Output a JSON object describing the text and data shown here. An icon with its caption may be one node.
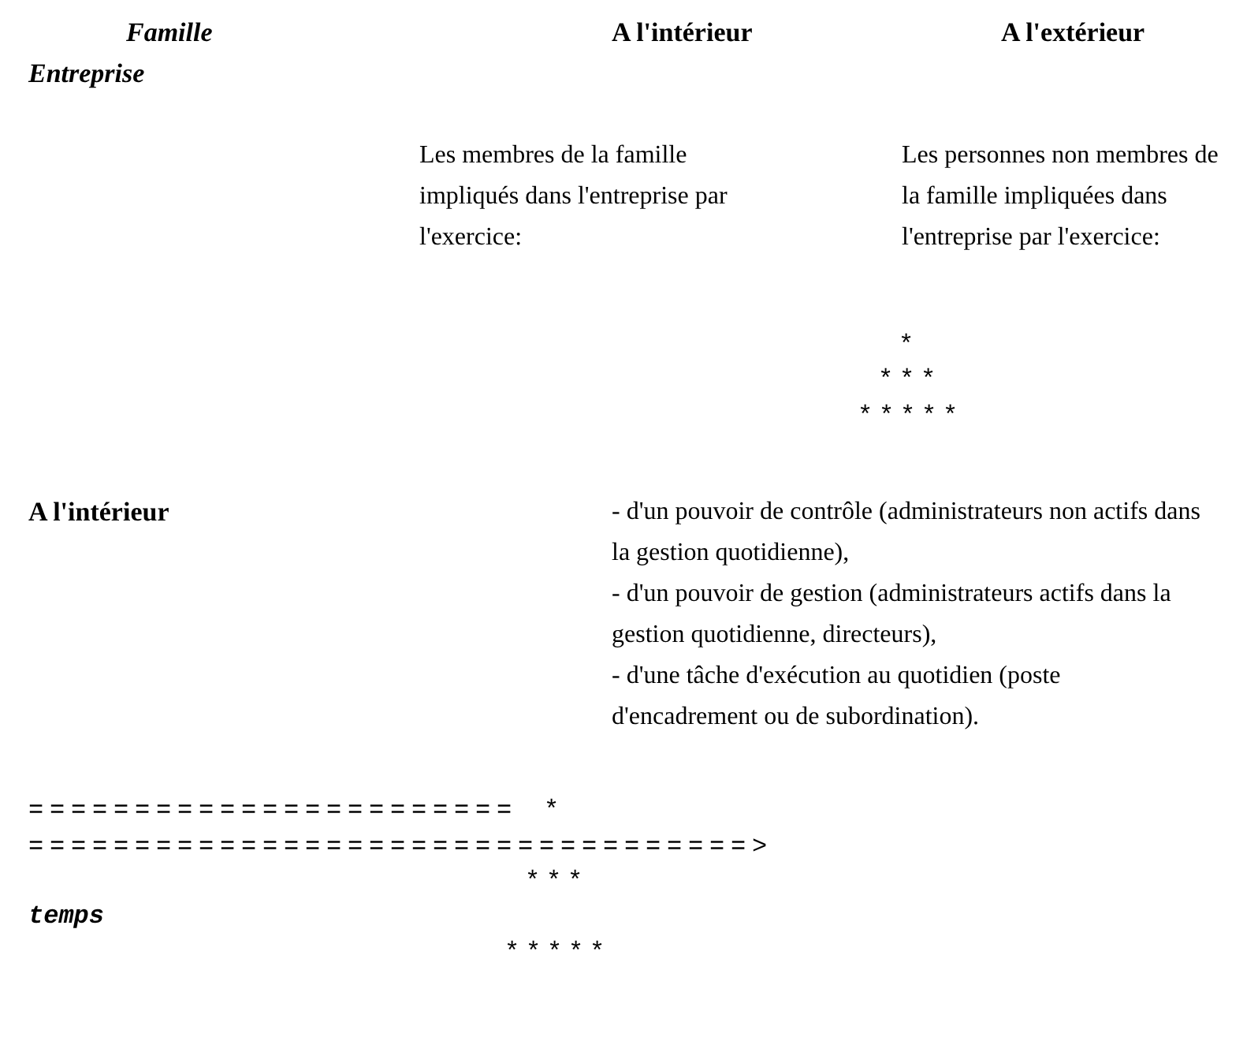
{
  "diagram": {
    "labels": [
      "Famille Entreprise",
      "A l'intérieur",
      "A l'extérieur",
      "Les membres de la famille impliqués dans l'entreprise par l'exercice:",
      "Les personnes non membres de la famille impliquées dans l'entreprise par l'exercice:",
      "*",
      "***",
      "*****",
      "A l'intérieur",
      "- d'un pouvoir de contrôle (administrateurs non actifs dans la gestion quotidienne),",
      "- d'un pouvoir de gestion (administrateurs actifs dans la gestion quotidienne, directeurs),",
      "- d'une tâche d'exécution au quotidien (poste d'encadrement ou de subordination).",
      "=======================",
      "*",
      "==================================>",
      "***",
      "temps",
      "*****"
    ]
  }
}
